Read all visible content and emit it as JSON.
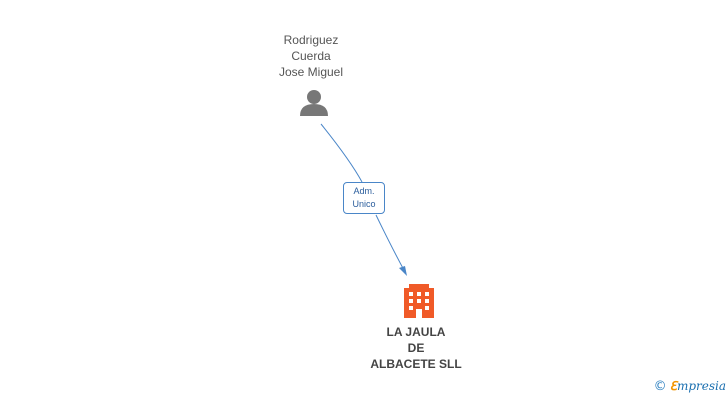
{
  "person": {
    "lines": [
      "Rodriguez",
      "Cuerda",
      "Jose Miguel"
    ],
    "icon": "person-icon"
  },
  "company": {
    "lines": [
      "LA JAULA",
      "DE",
      "ALBACETE SLL"
    ],
    "icon": "building-icon"
  },
  "edge": {
    "lines": [
      "Adm.",
      "Unico"
    ]
  },
  "colors": {
    "person_icon": "#777777",
    "company_icon": "#f05a28",
    "edge": "#4a86c8"
  },
  "watermark": {
    "symbol": "©",
    "e": "ℇ",
    "rest": "mpresia"
  }
}
